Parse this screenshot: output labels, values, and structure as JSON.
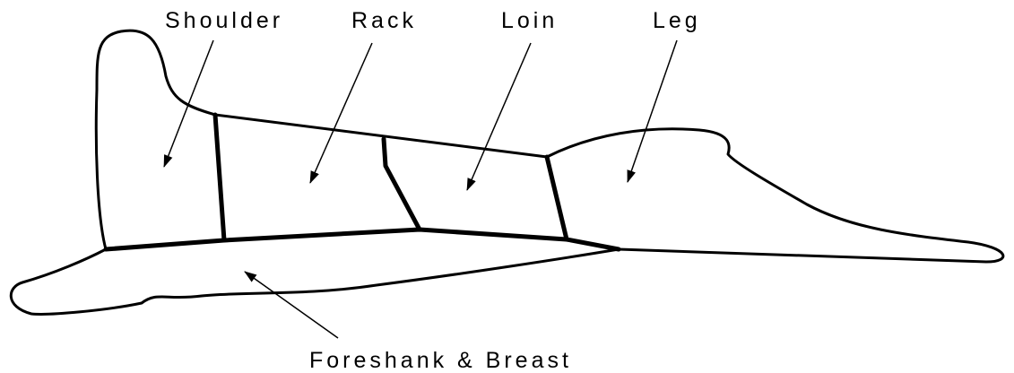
{
  "labels": {
    "shoulder": "Shoulder",
    "rack": "Rack",
    "loin": "Loin",
    "leg": "Leg",
    "foreshank_breast": "Foreshank & Breast"
  },
  "colors": {
    "ink": "#000000",
    "background": "#ffffff"
  }
}
